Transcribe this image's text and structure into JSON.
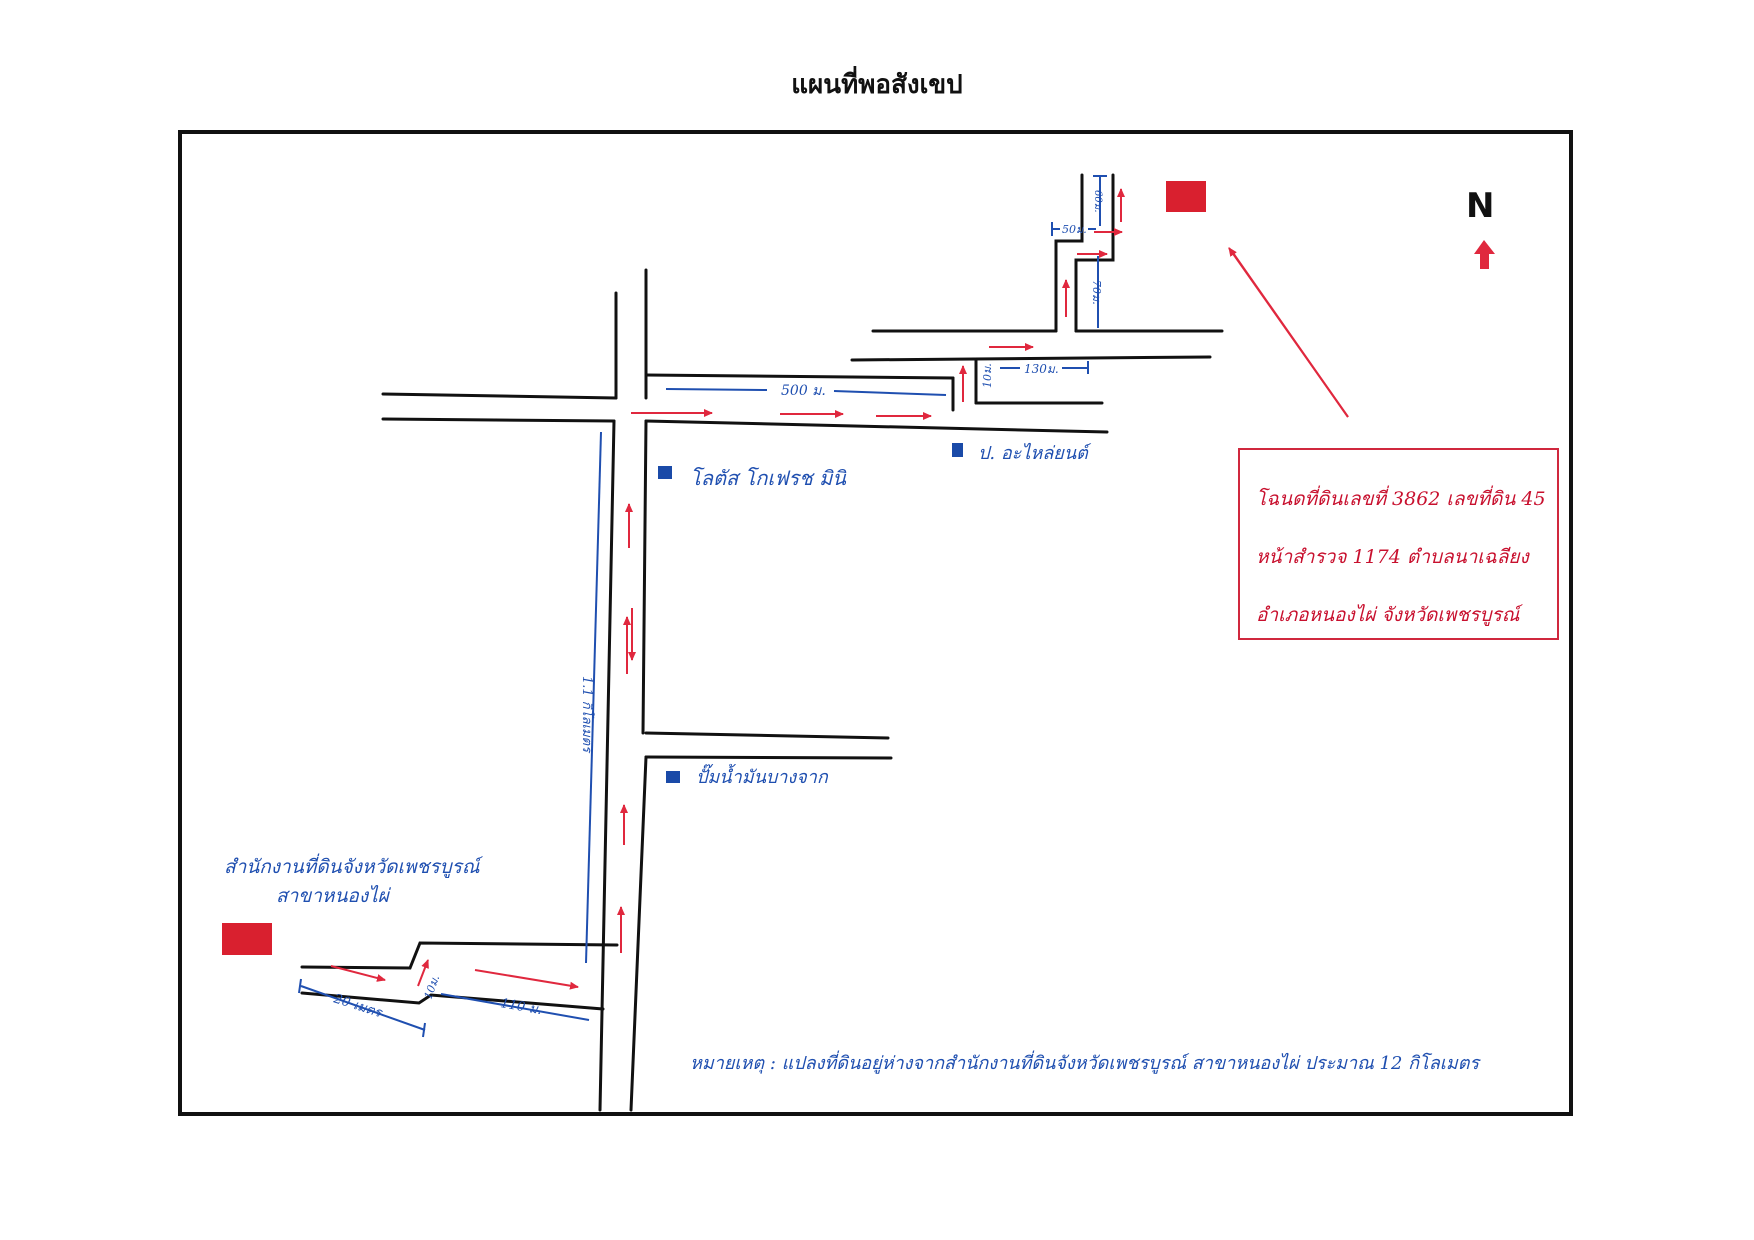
{
  "title": "แผนที่พอสังเขป",
  "compass": {
    "label": "N",
    "arrow_color": "#e0283e"
  },
  "colors": {
    "road": "#111111",
    "route_arrow": "#e0283e",
    "measure": "#1f4fb0",
    "marker": "#d9202f",
    "landmark": "#1a4aa8"
  },
  "places": {
    "origin_office_line1": "สำนักงานที่ดินจังหวัดเพชรบูรณ์",
    "origin_office_line2": "สาขาหนองไผ่",
    "landmark_lotus": "โลตัส โกเฟรช มินิ",
    "landmark_auto_parts": "ป. อะไหล่ยนต์",
    "landmark_gas_station": "ปั๊มน้ำมันบางจาก"
  },
  "distances": {
    "d_20m": "20 เมตร",
    "d_10m_a": "10ม.",
    "d_110m": "110 ม.",
    "d_1_1km": "1.1 กิโลเมตร",
    "d_500m": "500 ม.",
    "d_10m_b": "10ม.",
    "d_130m": "130ม.",
    "d_70m": "70ม.",
    "d_50m": "50ม.",
    "d_60m": "60ม."
  },
  "parcel": {
    "line1": "โฉนดที่ดินเลขที่ 3862 เลขที่ดิน 45",
    "line2": "หน้าสำรวจ 1174 ตำบลนาเฉลียง",
    "line3": "อำเภอหนองไผ่ จังหวัดเพชรบูรณ์"
  },
  "note": "หมายเหตุ : แปลงที่ดินอยู่ห่างจากสำนักงานที่ดินจังหวัดเพชรบูรณ์ สาขาหนองไผ่ ประมาณ 12 กิโลเมตร"
}
